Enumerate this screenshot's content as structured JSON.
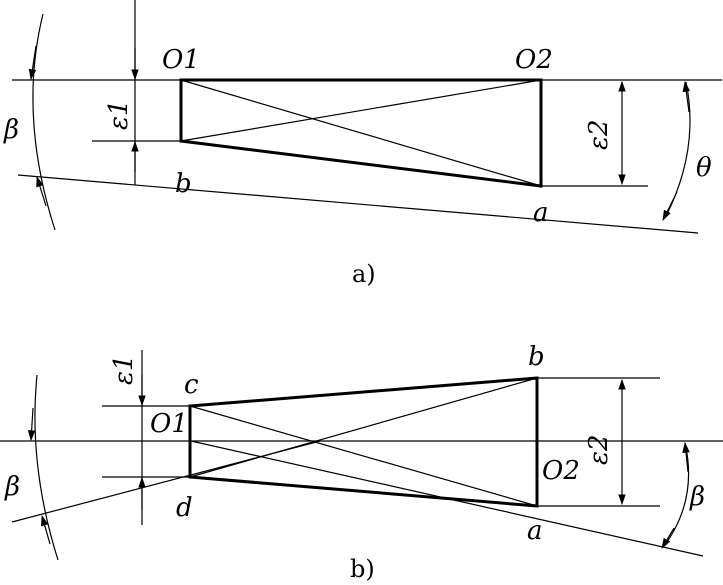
{
  "diagram_a": {
    "caption": "a)",
    "labels": {
      "o1": "O1",
      "o2": "O2",
      "b": "b",
      "a": "a",
      "eps1": "ε1",
      "eps2": "ε2",
      "beta": "β",
      "theta": "θ"
    }
  },
  "diagram_b": {
    "caption": "b)",
    "labels": {
      "o1": "O1",
      "o2": "O2",
      "a": "a",
      "b": "b",
      "c": "c",
      "d": "d",
      "eps1": "ε1",
      "eps2": "ε2",
      "beta_left": "β",
      "beta_right": "β"
    }
  },
  "colors": {
    "line": "#000000",
    "background": "#ffffff"
  }
}
